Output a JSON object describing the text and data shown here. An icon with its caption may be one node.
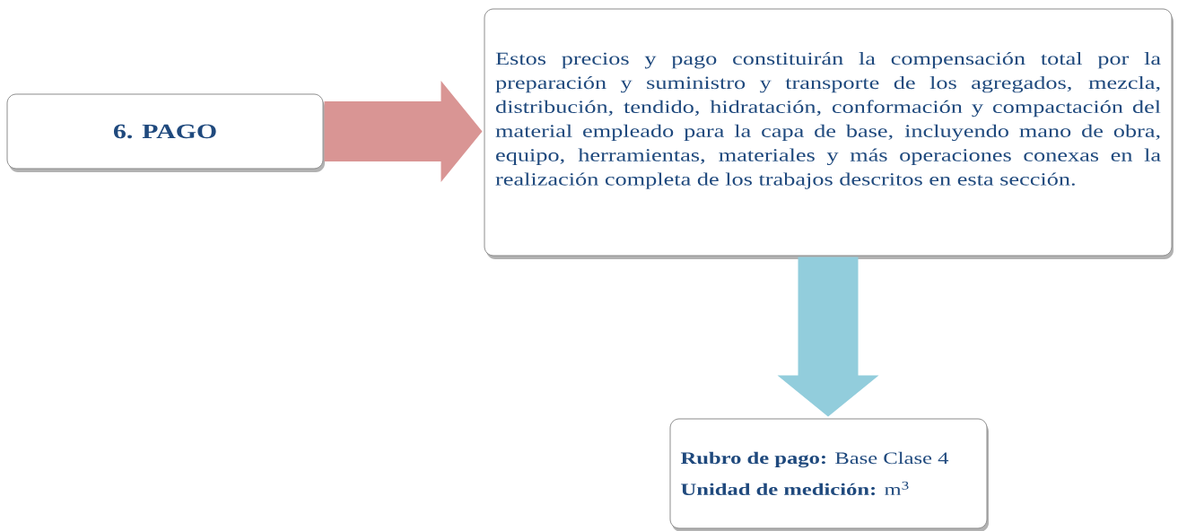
{
  "diagram": {
    "nodes": [
      {
        "text": [
          "6. PAGO"
        ]
      },
      {
        "text": [
          "Estos precios y pago constituirán la compensación total por la preparación y suministro y transporte de los agregados, mezcla, distribución, tendido, hidratación, conformación y compactación del material empleado para la capa de base, incluyendo mano de obra, equipo, herramientas, materiales y más operaciones conexas en la realización completa de los trabajos descritos en esta sección."
        ]
      },
      {
        "text": [
          "**Rubro de pago:** Base Clase 4",
          "**Unidad de medición:** m$^{3}$"
        ]
      }
    ],
    "edges": [
      {
        "from": 0,
        "to": 1,
        "arrow": "to",
        "style": "thick",
        "color": "#d99594"
      },
      {
        "from": 1,
        "to": 2,
        "arrow": "to",
        "style": "thick",
        "color": "#92cddc"
      }
    ]
  }
}
